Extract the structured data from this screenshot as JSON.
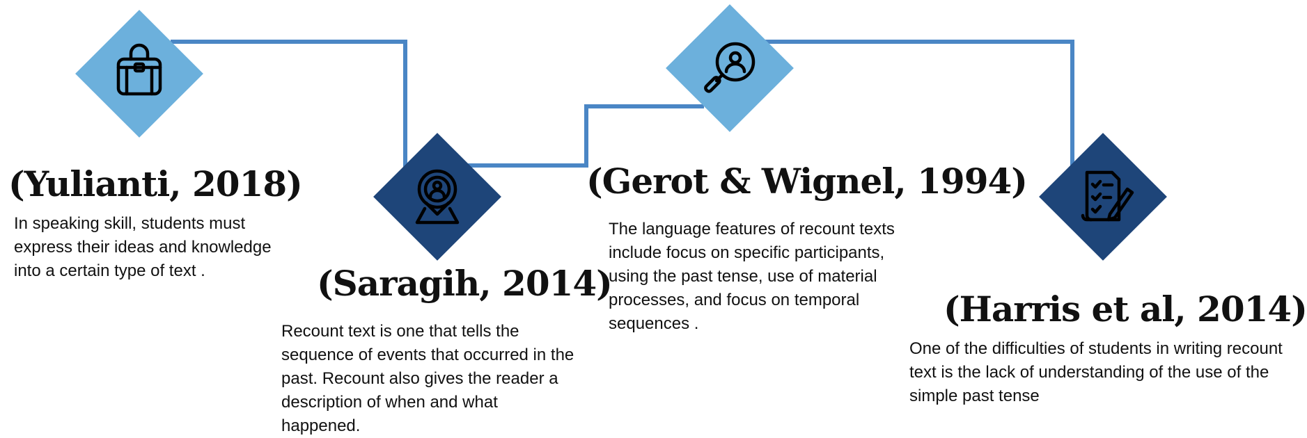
{
  "colors": {
    "light_diamond": "#6cb0dc",
    "dark_diamond": "#1e4579",
    "connector": "#4a86c5",
    "text": "#111111"
  },
  "items": [
    {
      "icon": "briefcase-icon",
      "citation": "(Yulianti, 2018)",
      "description": "In speaking skill, students must express their ideas and knowledge into a certain type of text ."
    },
    {
      "icon": "location-person-pin-icon",
      "citation": "(Saragih, 2014)",
      "description": "Recount text is one that tells the sequence of events that occurred in the past. Recount also gives the reader a description of when and what happened."
    },
    {
      "icon": "magnifier-person-icon",
      "citation": "(Gerot & Wignel, 1994)",
      "description": "The language features of recount texts include focus on specific participants, using the past tense, use of material processes, and focus on temporal sequences ."
    },
    {
      "icon": "checklist-document-pen-icon",
      "citation": "(Harris et al, 2014)",
      "description": "One of the difficulties of students in writing recount text is the lack of understanding of the use of the simple past tense"
    }
  ]
}
